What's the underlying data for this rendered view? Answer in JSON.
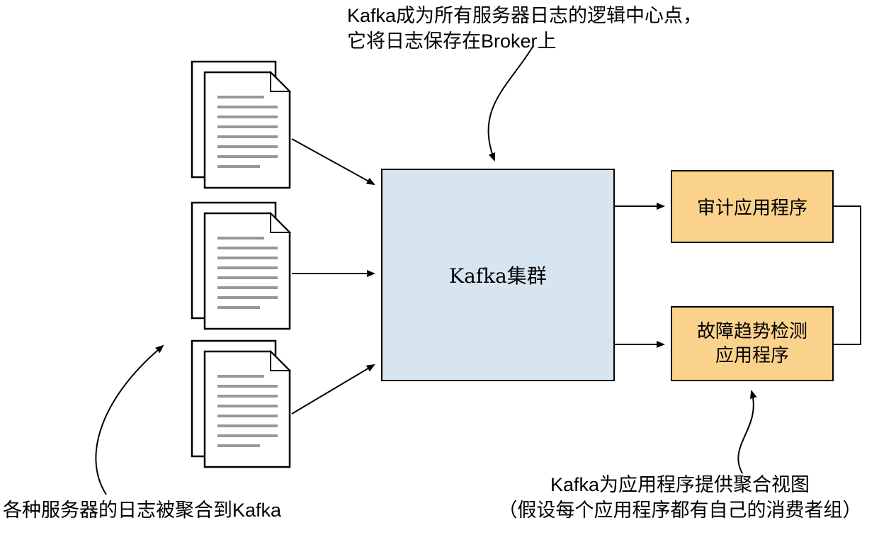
{
  "nodes": {
    "kafka_cluster": {
      "label": "Kafka集群",
      "fill": "#d7e5f1"
    },
    "audit_app": {
      "label": "审计应用程序",
      "fill": "#fbd28b"
    },
    "fault_app": {
      "label_line1": "故障趋势检测",
      "label_line2": "应用程序",
      "fill": "#fbd28b"
    }
  },
  "annotations": {
    "top_line1": "Kafka成为所有服务器日志的逻辑中心点，",
    "top_line2": "它将日志保存在Broker上",
    "bottom_left": "各种服务器的日志被聚合到Kafka",
    "bottom_right_line1": "Kafka为应用程序提供聚合视图",
    "bottom_right_line2": "（假设每个应用程序都有自己的消费者组）"
  },
  "icons": {
    "log_stack": "document-stack-icon"
  },
  "counts": {
    "log_stacks": 3
  },
  "colors": {
    "kafka_box_fill": "#d7e5f1",
    "app_box_fill": "#fbd28b",
    "line_and_border": "#000000",
    "document_text_lines": "#989898",
    "background": "#ffffff"
  }
}
